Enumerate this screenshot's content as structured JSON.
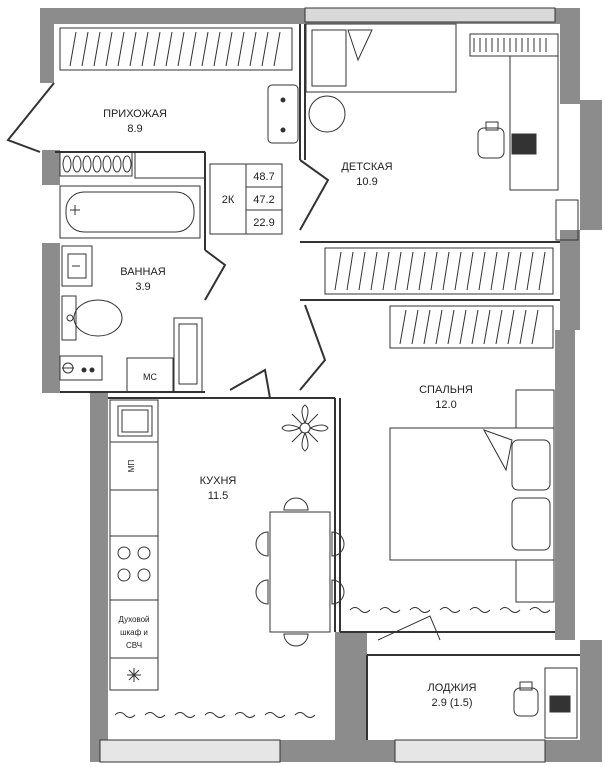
{
  "rooms": {
    "hallway": {
      "name": "ПРИХОЖАЯ",
      "area": "8.9"
    },
    "nursery": {
      "name": "ДЕТСКАЯ",
      "area": "10.9"
    },
    "bathroom": {
      "name": "ВАННАЯ",
      "area": "3.9"
    },
    "bedroom": {
      "name": "СПАЛЬНЯ",
      "area": "12.0"
    },
    "kitchen": {
      "name": "КУХНЯ",
      "area": "11.5"
    },
    "loggia": {
      "name": "ЛОДЖИЯ",
      "area": "2.9 (1.5)"
    }
  },
  "summary": {
    "type": "2К",
    "total_area": "48.7",
    "area_2": "47.2",
    "living_area": "22.9"
  },
  "fixtures": {
    "service_shaft": "МС",
    "dishwasher": "МП",
    "oven_line1": "Духовой",
    "oven_line2": "шкаф и",
    "oven_line3": "СВЧ"
  },
  "colors": {
    "wall": "#8c8c8c",
    "line": "#333333",
    "background": "#ffffff"
  }
}
